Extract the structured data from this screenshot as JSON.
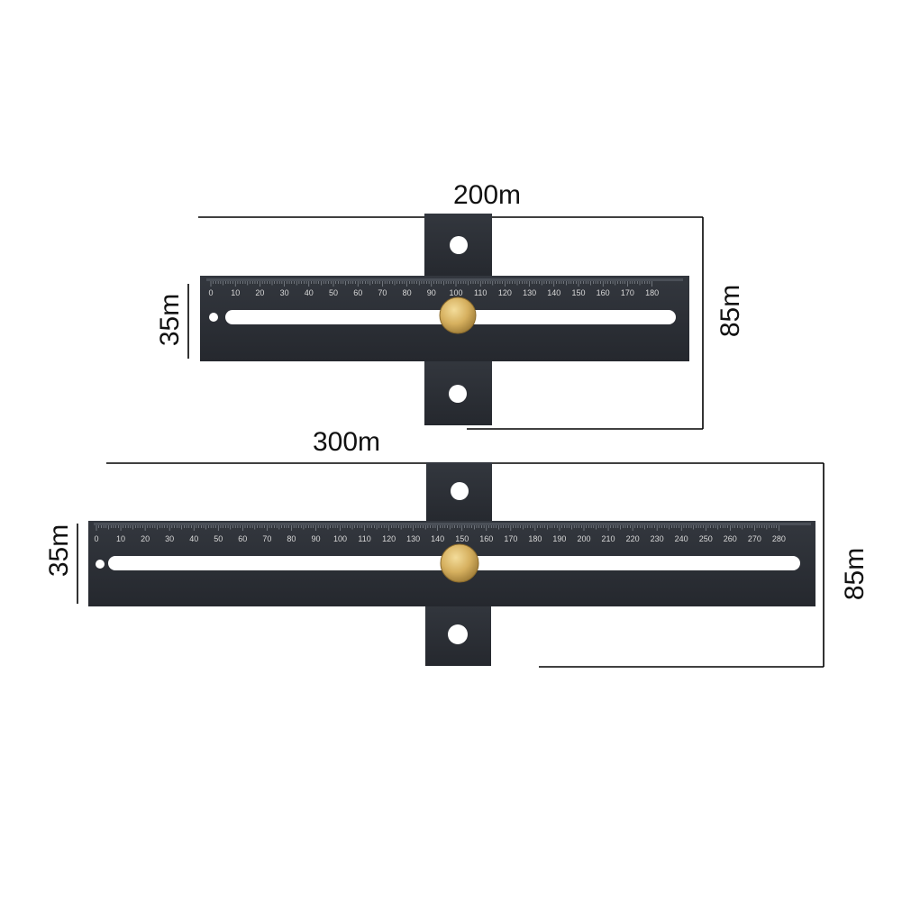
{
  "small_ruler": {
    "width_label": "200m",
    "height_label": "85m",
    "bar_label": "35m",
    "scale_labels": [
      "0",
      "10",
      "20",
      "30",
      "40",
      "50",
      "60",
      "70",
      "80",
      "90",
      "100",
      "110",
      "120",
      "130",
      "140",
      "150",
      "160",
      "170",
      "180"
    ]
  },
  "large_ruler": {
    "width_label": "300m",
    "height_label": "85m",
    "bar_label": "35m",
    "scale_labels": [
      "0",
      "10",
      "20",
      "30",
      "40",
      "50",
      "60",
      "70",
      "80",
      "90",
      "100",
      "110",
      "120",
      "130",
      "140",
      "150",
      "160",
      "170",
      "180",
      "190",
      "200",
      "210",
      "220",
      "230",
      "240",
      "250",
      "260",
      "270",
      "280"
    ]
  },
  "colors": {
    "body": "#2c3037",
    "body_edge": "#23262c",
    "knob": "#d9b564",
    "line": "#000000"
  }
}
